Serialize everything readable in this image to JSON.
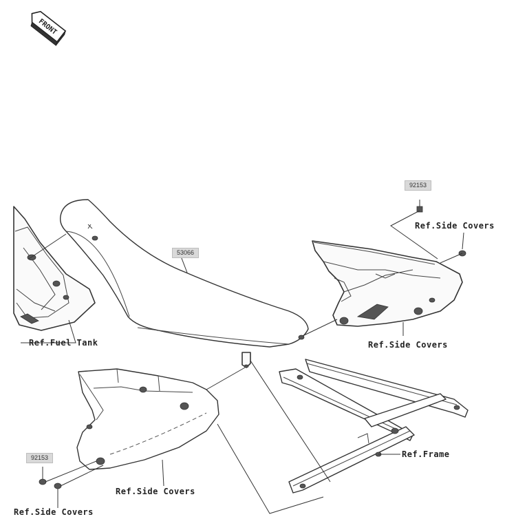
{
  "front_badge": {
    "text": "FRONT"
  },
  "part_numbers": {
    "seat": "53066",
    "bolt_right": "92153",
    "bolt_left": "92153"
  },
  "references": {
    "fuel_tank": "Ref.Fuel Tank",
    "side_covers_right_top": "Ref.Side Covers",
    "side_covers_right_bottom": "Ref.Side Covers",
    "frame": "Ref.Frame",
    "side_covers_left": "Ref.Side Covers",
    "side_covers_bottom_left": "Ref.Side Covers"
  }
}
